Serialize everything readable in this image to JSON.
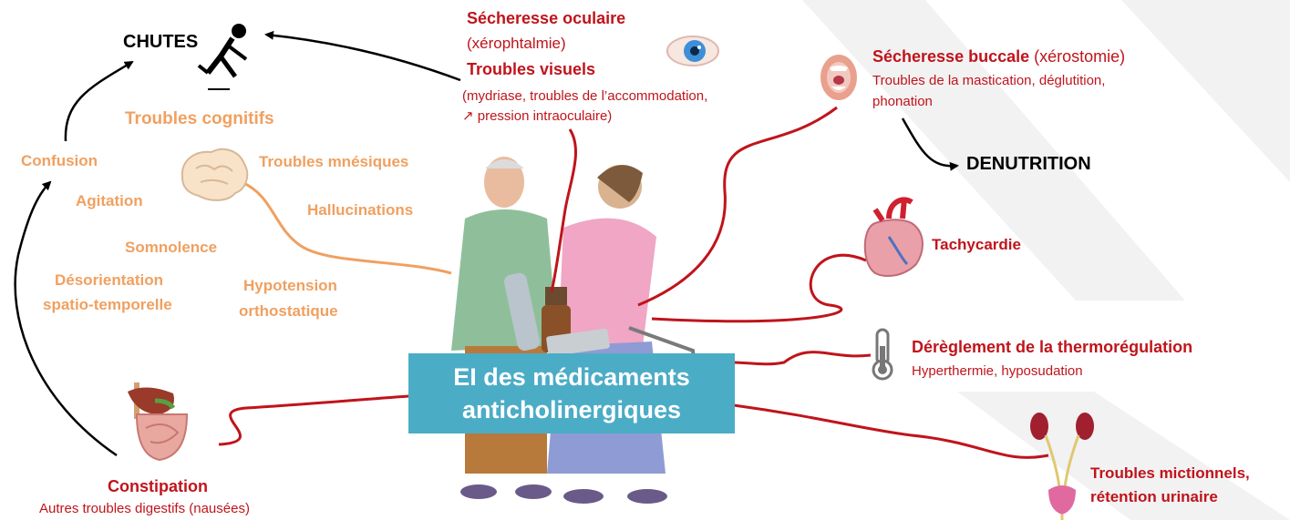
{
  "center": {
    "line1": "EI des médicaments",
    "line2": "anticholinergiques"
  },
  "chutes": "CHUTES",
  "denutrition": "DENUTRITION",
  "eye": {
    "title1": "Sécheresse oculaire",
    "title2": "(xérophtalmie)",
    "title3": "Troubles visuels",
    "detail1": "(mydriase, troubles de l’accommodation,",
    "detail2": "↗ pression intraoculaire)"
  },
  "mouth": {
    "title": "Sécheresse buccale",
    "title_paren": " (xérostomie)",
    "detail1": "Troubles de la mastication, déglutition,",
    "detail2": "phonation"
  },
  "heart": {
    "title": "Tachycardie"
  },
  "thermo": {
    "title": "Dérèglement de la thermorégulation",
    "detail": "Hyperthermie, hyposudation"
  },
  "urinary": {
    "line1": "Troubles mictionnels,",
    "line2": "rétention urinaire"
  },
  "digestive": {
    "title": "Constipation",
    "detail": "Autres troubles digestifs (nausées)"
  },
  "cognitive": {
    "title": "Troubles cognitifs",
    "items": {
      "confusion": "Confusion",
      "agitation": "Agitation",
      "somnolence": "Somnolence",
      "desorientation1": "Désorientation",
      "desorientation2": "spatio-temporelle",
      "mnesiques": "Troubles mnésiques",
      "hallucinations": "Hallucinations",
      "hypotension1": "Hypotension",
      "hypotension2": "orthostatique"
    }
  },
  "colors": {
    "red": "#c0141b",
    "orange": "#f0a060",
    "teal": "#4bacc6",
    "black": "#000000"
  },
  "icons": [
    "falling-person-icon",
    "eye-icon",
    "open-mouth-icon",
    "heart-icon",
    "thermometer-icon",
    "kidneys-bladder-icon",
    "digestive-system-icon",
    "brain-icon",
    "elderly-couple-illustration",
    "medications-illustration"
  ]
}
